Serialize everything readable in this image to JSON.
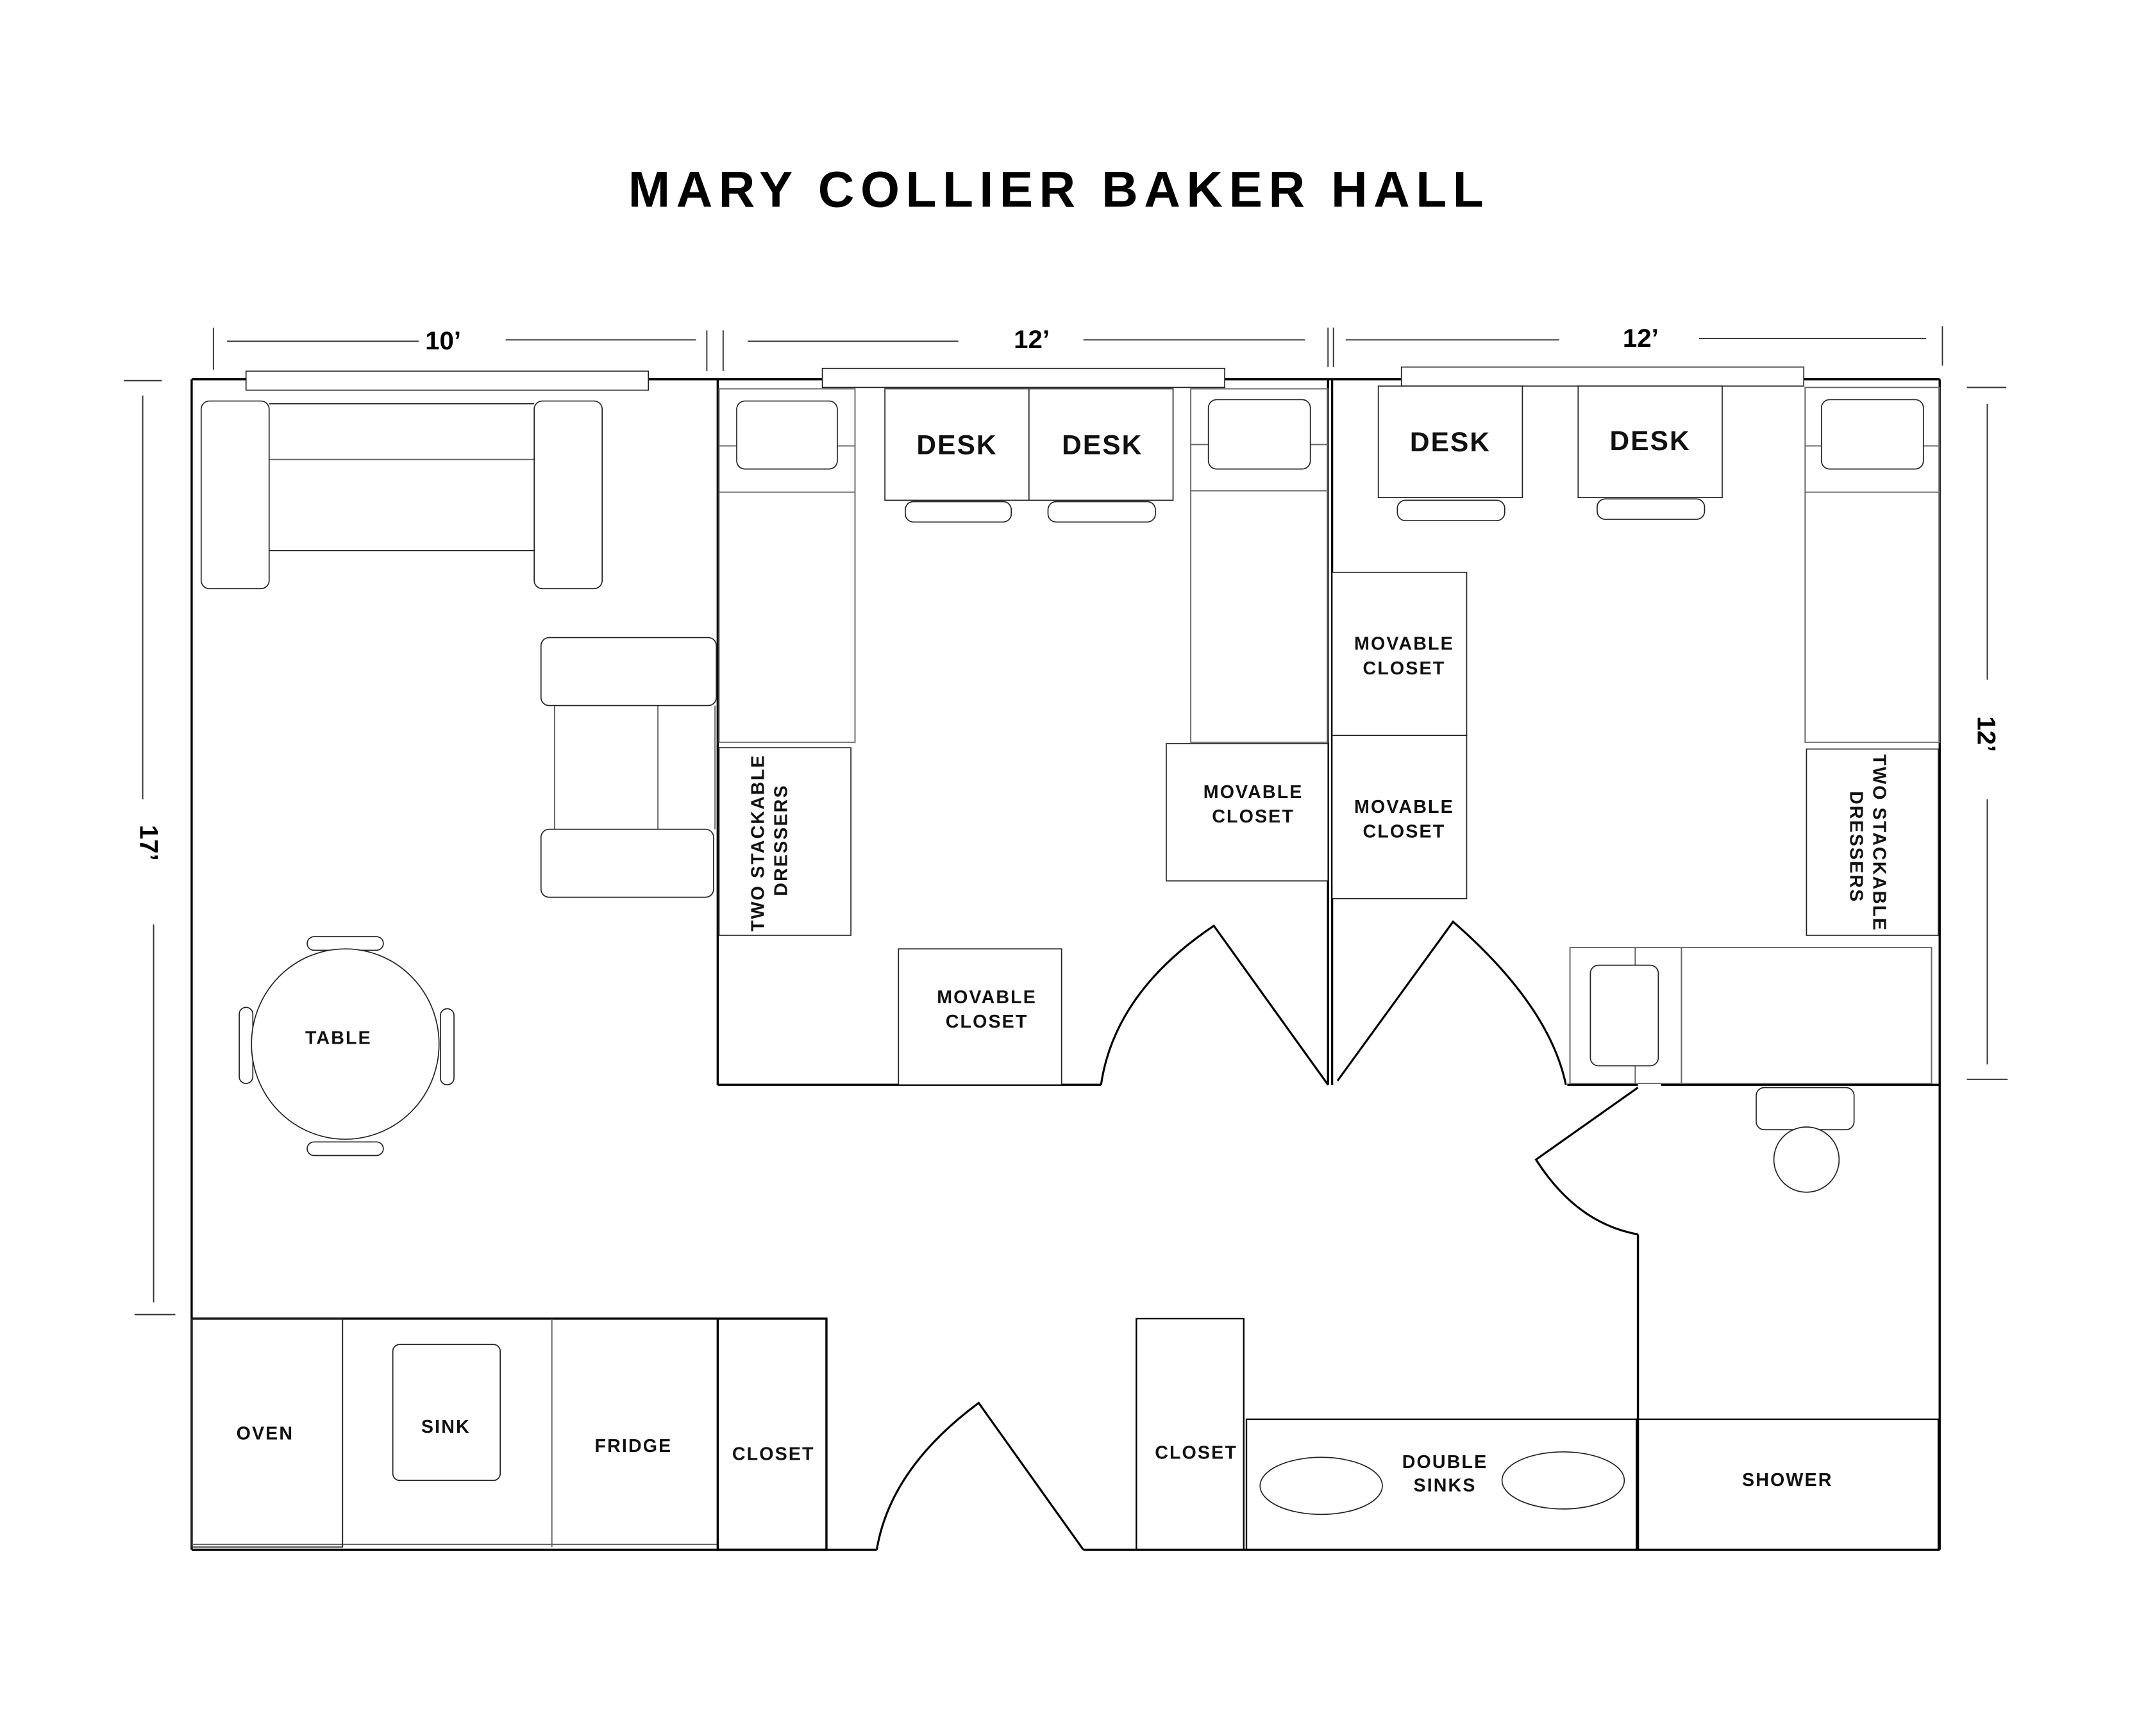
{
  "title": "MARY COLLIER BAKER HALL",
  "dimensions": {
    "top_left_room_width": "10’",
    "top_middle_room_width": "12’",
    "top_right_room_width": "12’",
    "left_height": "17’",
    "right_height": "12’"
  },
  "rooms": {
    "living_kitchen": {
      "labels": {
        "table": "TABLE",
        "oven": "OVEN",
        "sink": "SINK",
        "fridge": "FRIDGE",
        "closet": "CLOSET"
      }
    },
    "bedroom_1": {
      "labels": {
        "desk_1": "DESK",
        "desk_2": "DESK",
        "dressers_line1": "TWO STACKABLE",
        "dressers_line2": "DRESSERS",
        "closet_a_line1": "MOVABLE",
        "closet_a_line2": "CLOSET",
        "closet_b_line1": "MOVABLE",
        "closet_b_line2": "CLOSET"
      }
    },
    "bedroom_2": {
      "labels": {
        "desk_1": "DESK",
        "desk_2": "DESK",
        "closet_a_line1": "MOVABLE",
        "closet_a_line2": "CLOSET",
        "closet_b_line1": "MOVABLE",
        "closet_b_line2": "CLOSET",
        "dressers_line1": "TWO STACKABLE",
        "dressers_line2": "DRESSERS"
      }
    },
    "hall": {
      "labels": {
        "closet": "CLOSET",
        "double_sinks_line1": "DOUBLE",
        "double_sinks_line2": "SINKS"
      }
    },
    "bathroom": {
      "labels": {
        "shower": "SHOWER"
      }
    }
  }
}
